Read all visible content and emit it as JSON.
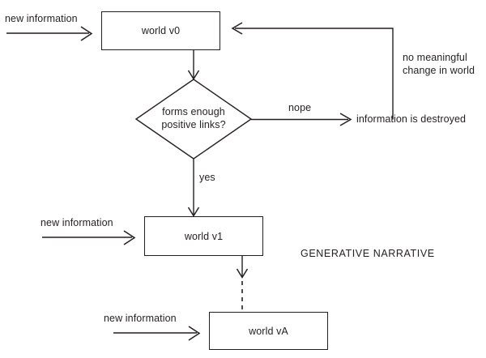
{
  "diagram": {
    "title_caption": "GENERATIVE NARRATIVE",
    "nodes": {
      "world_v0": "world v0",
      "decision": "forms enough\npositive links?",
      "world_v1": "world v1",
      "world_vA": "world vA",
      "destroyed": "information is destroyed"
    },
    "edge_labels": {
      "new_information_top": "new information",
      "new_information_middle": "new information",
      "new_information_bottom": "new information",
      "nope": "nope",
      "yes": "yes",
      "no_change": "no meaningful\nchange in world"
    },
    "colors": {
      "stroke": "#231f20",
      "background": "#ffffff",
      "text": "#231f20"
    }
  }
}
